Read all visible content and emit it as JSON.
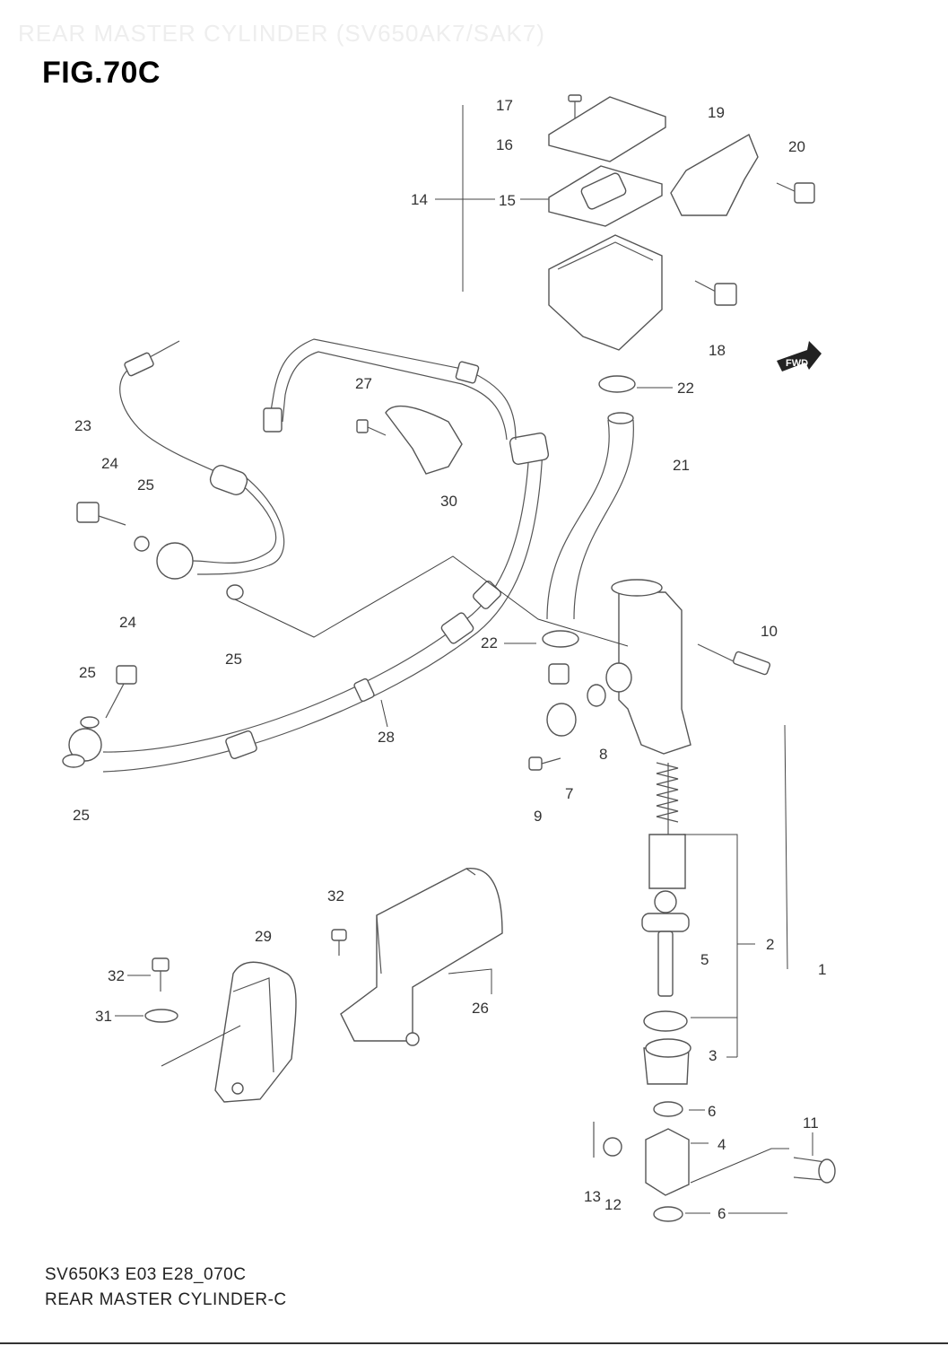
{
  "faint_header": "REAR MASTER CYLINDER (SV650AK7/SAK7)",
  "figure_title": "FIG.70C",
  "footer": {
    "code": "SV650K3 E03 E28_070C",
    "name": "REAR MASTER CYLINDER-C"
  },
  "fwd_label": "FWD",
  "callouts": {
    "c1": "1",
    "c2": "2",
    "c3": "3",
    "c4": "4",
    "c5": "5",
    "c6a": "6",
    "c6b": "6",
    "c7": "7",
    "c8": "8",
    "c9": "9",
    "c10": "10",
    "c11": "11",
    "c12": "12",
    "c13": "13",
    "c14": "14",
    "c15": "15",
    "c16": "16",
    "c17": "17",
    "c18": "18",
    "c19": "19",
    "c20": "20",
    "c21": "21",
    "c22a": "22",
    "c22b": "22",
    "c23": "23",
    "c24a": "24",
    "c24b": "24",
    "c25a": "25",
    "c25b": "25",
    "c25c": "25",
    "c25d": "25",
    "c26": "26",
    "c27": "27",
    "c28": "28",
    "c29": "29",
    "c30": "30",
    "c31": "31",
    "c32a": "32",
    "c32b": "32"
  }
}
